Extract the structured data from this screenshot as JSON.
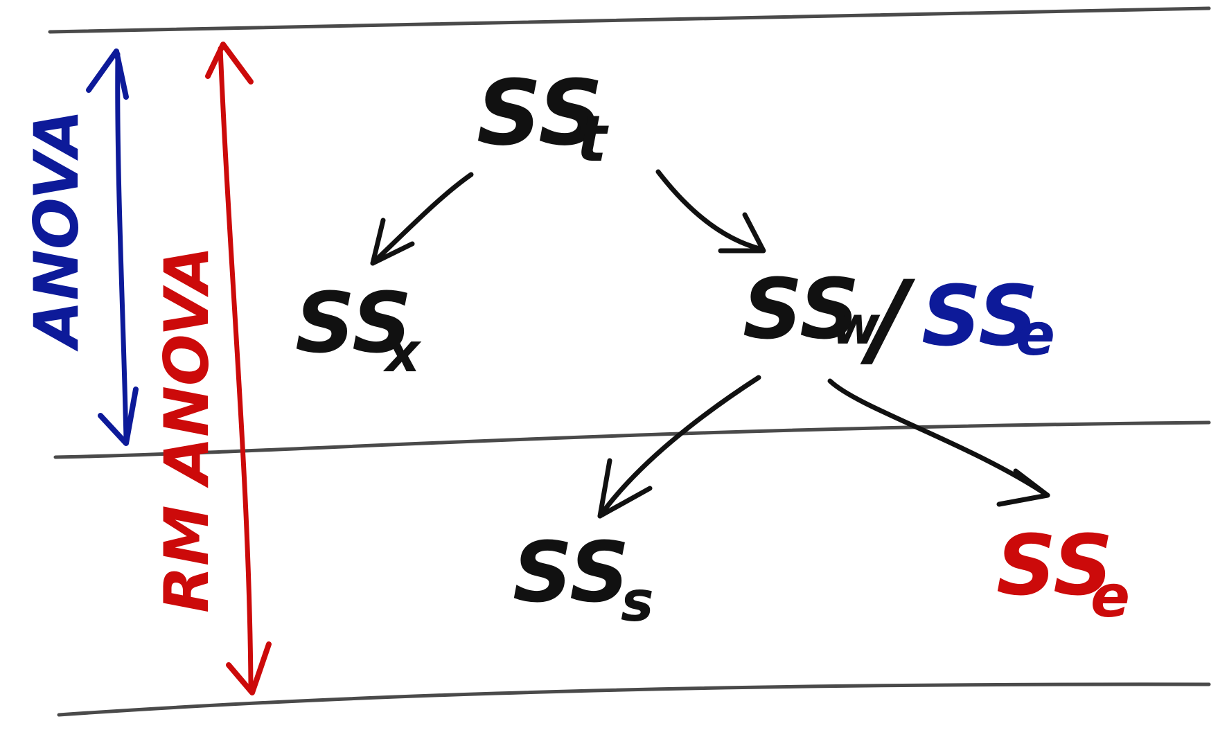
{
  "colors": {
    "ink": "#111111",
    "line": "#4a4a4a",
    "blue": "#0d1a99",
    "red": "#cc0a0a"
  },
  "labels": {
    "anova": "ANOVA",
    "rm_anova": "RM ANOVA"
  },
  "nodes": {
    "sst": {
      "main": "SS",
      "sub": "t"
    },
    "ssx": {
      "main": "SS",
      "sub": "x"
    },
    "ssw": {
      "main": "SS",
      "sub": "w"
    },
    "slash": "/",
    "sse_blue": {
      "main": "SS",
      "sub": "e"
    },
    "sss": {
      "main": "SS",
      "sub": "s"
    },
    "sse_red": {
      "main": "SS",
      "sub": "e"
    }
  }
}
